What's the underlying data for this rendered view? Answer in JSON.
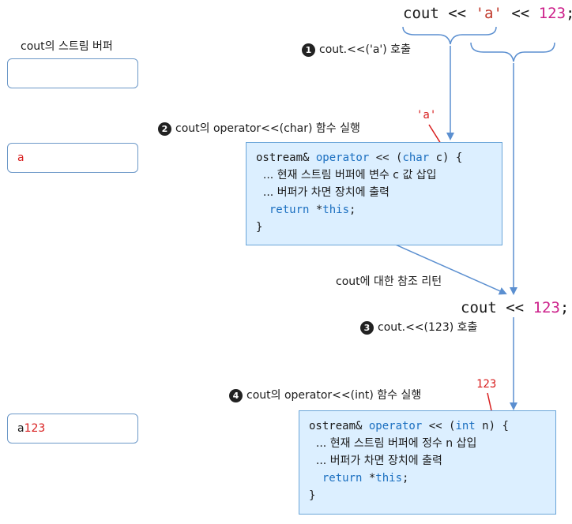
{
  "top_expr": {
    "obj": "cout",
    "op1": "<<",
    "arg1": "'a'",
    "op2": "<<",
    "arg2": "123",
    "end": ";"
  },
  "buffer_title": "cout의 스트림 버퍼",
  "buffers": [
    "",
    "a",
    "123"
  ],
  "buffer3_prefix": "a",
  "steps": {
    "s1": {
      "num": "1",
      "text": "cout.<<('a') 호출"
    },
    "s2": {
      "num": "2",
      "text": "cout의 operator<<(char) 함수 실행"
    },
    "s3": {
      "num": "3",
      "text": "cout.<<(123)  호출"
    },
    "s4": {
      "num": "4",
      "text": "cout의 operator<<(int) 함수 실행"
    }
  },
  "param_a": "'a'",
  "param_123": "123",
  "code1": {
    "l1a": "ostream& ",
    "l1kw": "operator",
    "l1b": " << (",
    "l1kw2": "char",
    "l1c": " c) {",
    "l2": "  ... 현재 스트림 버퍼에 변수 c 값 삽입",
    "l3": "  ... 버퍼가 차면 장치에 출력",
    "l4kw": "return",
    "l4a": " *",
    "l4kw2": "this",
    "l4b": ";",
    "l5": "}"
  },
  "code2": {
    "l1a": "ostream& ",
    "l1kw": "operator",
    "l1b": " << (",
    "l1kw2": "int",
    "l1c": " n) {",
    "l2": "  ... 현재 스트림 버퍼에 정수 n 삽입",
    "l3": "  ... 버퍼가 차면 장치에 출력",
    "l4kw": "return",
    "l4a": " *",
    "l4kw2": "this",
    "l4b": ";",
    "l5": "}"
  },
  "return_label": "cout에 대한 참조 리턴",
  "mid_expr": {
    "obj": "cout",
    "op": "<<",
    "arg": "123",
    "end": ";"
  },
  "colors": {
    "arrow": "#5b8fd0",
    "box_fill": "#dcefff",
    "box_border": "#6aa5d8",
    "red": "#d81e1e",
    "number": "#cc1f8a"
  }
}
